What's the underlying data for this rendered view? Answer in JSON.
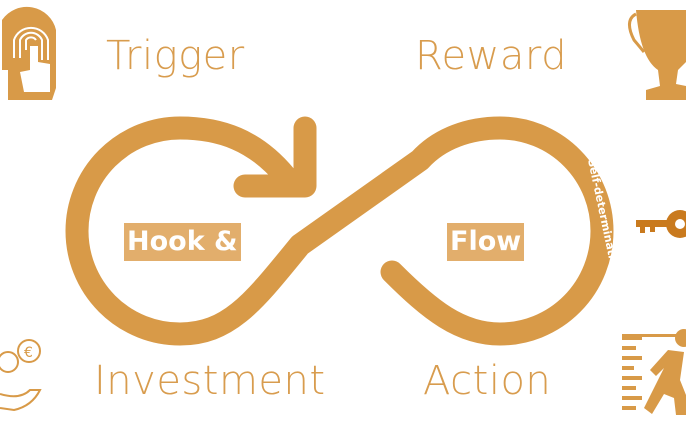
{
  "labels": {
    "trigger": "Trigger",
    "reward": "Reward",
    "investment": "Investment",
    "action": "Action"
  },
  "center": {
    "left_box": "Hook &",
    "right_box": "Flow",
    "arc_text": "Self-determination"
  },
  "icons": [
    "fingerprint-touch-icon",
    "trophy-icon",
    "key-icon",
    "coins-hand-icon",
    "running-person-icon"
  ],
  "colors": {
    "accent": "#d89a48",
    "box": "#e2ae6c",
    "key": "#c97a1e"
  }
}
